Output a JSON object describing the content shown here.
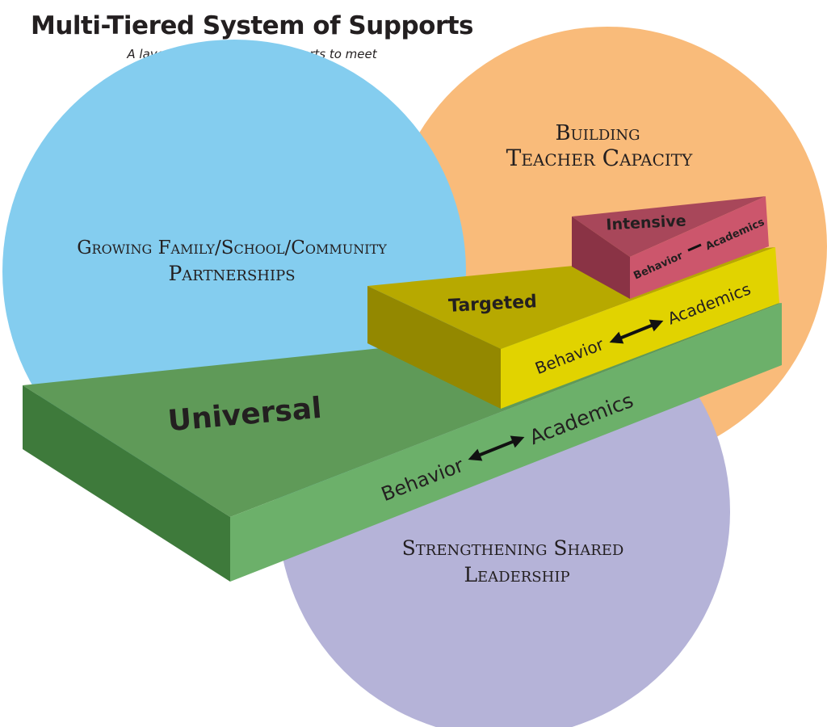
{
  "title": "Multi-Tiered System of Supports",
  "subtitle_lines": [
    "A layered continuum of supports to meet",
    "ALL learners’ needs."
  ],
  "circles": {
    "partnerships": {
      "line1": "Growing Family/School/Community",
      "line2": "Partnerships",
      "color": "#84cdef"
    },
    "capacity": {
      "line1": "Building",
      "line2": "Teacher Capacity",
      "color": "#f9bb7a"
    },
    "leadership": {
      "line1": "Strengthening Shared",
      "line2": "Leadership",
      "color": "#b5b3d8"
    }
  },
  "tiers": {
    "universal": {
      "name": "Universal",
      "left": "Behavior",
      "right": "Academics",
      "color": "#6ca862"
    },
    "targeted": {
      "name": "Targeted",
      "left": "Behavior",
      "right": "Academics",
      "color": "#d6c500"
    },
    "intensive": {
      "name": "Intensive",
      "left": "Behavior",
      "right": "Academics",
      "color": "#c9546a"
    }
  }
}
